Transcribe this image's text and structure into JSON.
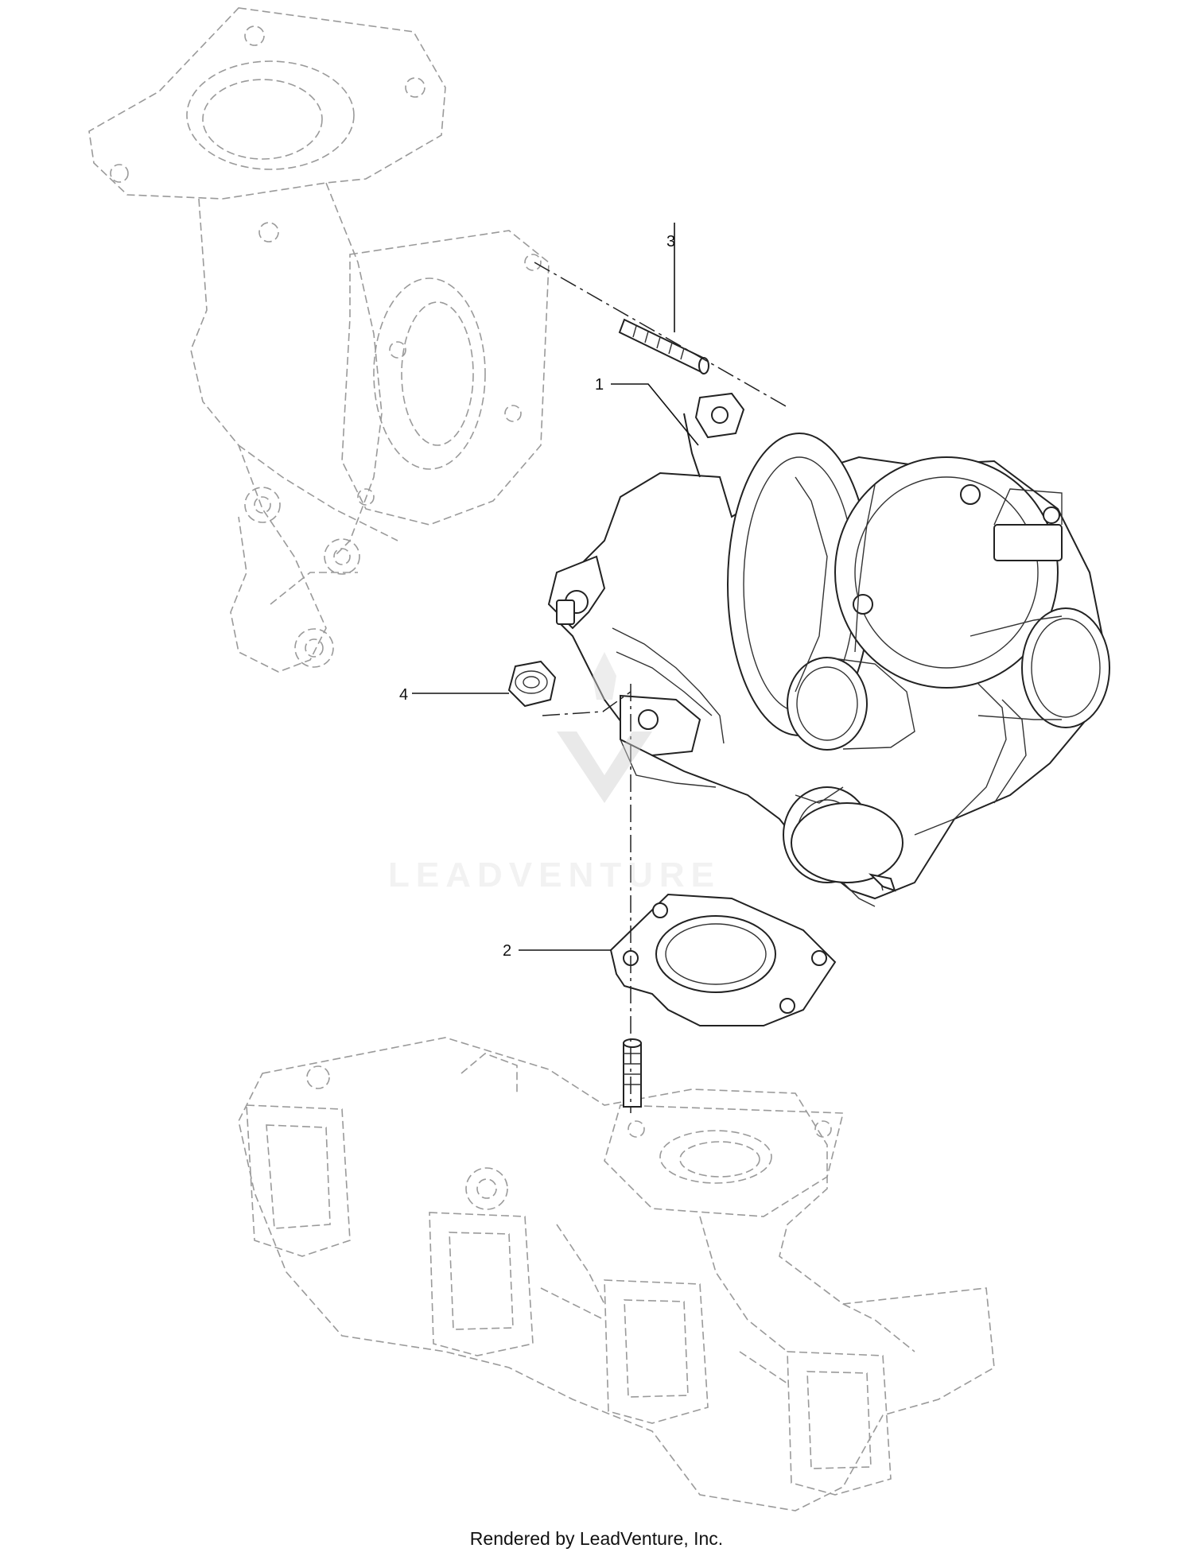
{
  "callouts": [
    {
      "id": "3",
      "label": "3"
    },
    {
      "id": "1",
      "label": "1"
    },
    {
      "id": "4",
      "label": "4"
    },
    {
      "id": "2",
      "label": "2"
    }
  ],
  "watermark": "LEADVENTURE",
  "credit": "Rendered by LeadVenture, Inc.",
  "colors": {
    "line": "#222222",
    "ghost": "#9a9a9a",
    "watermark": "#c9c9c9"
  }
}
